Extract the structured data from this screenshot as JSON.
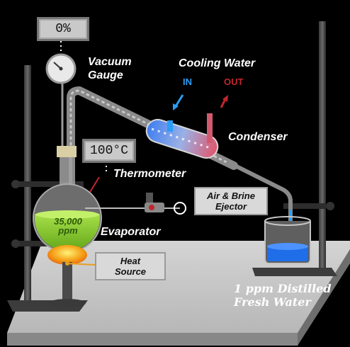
{
  "vacuum_display": "0%",
  "temperature_display": "100°C",
  "labels": {
    "vacuum_gauge": [
      "Vacuum",
      "Gauge"
    ],
    "cooling_water": "Cooling Water",
    "water_in": "IN",
    "water_out": "OUT",
    "condenser": "Condenser",
    "thermometer": "Thermometer",
    "evaporator": "Evaporator",
    "ejector": [
      "Air & Brine",
      "Ejector"
    ],
    "heat_source": [
      "Heat",
      "Source"
    ],
    "concentration": [
      "35,000",
      "ppm"
    ],
    "fresh_water": [
      "1 ppm Distilled",
      "Fresh Water"
    ]
  },
  "colors": {
    "water_in": "#2a9df4",
    "water_out": "#c0272d",
    "brine": "#7ac51e",
    "distilled": "#1f6ee8"
  }
}
